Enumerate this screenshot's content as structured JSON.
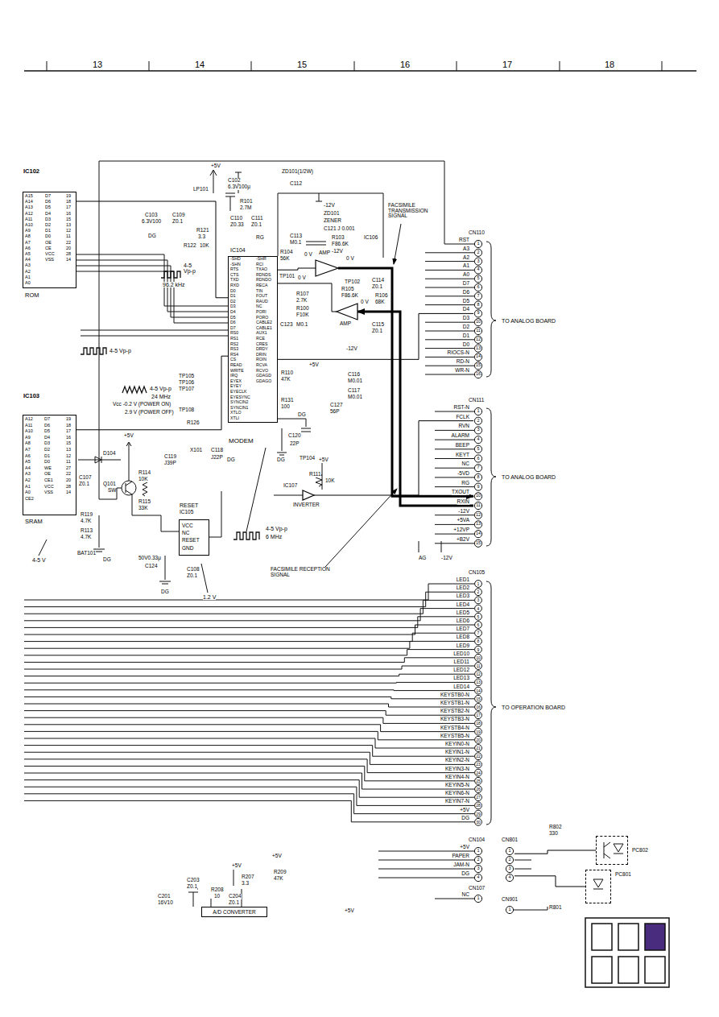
{
  "diagram": {
    "nodes": [
      {
        "text": [
          "IC102",
          "ROM"
        ]
      },
      {
        "text": [
          "IC103",
          "SRAM"
        ]
      },
      {
        "text": [
          "IC104",
          "MODEM"
        ]
      },
      {
        "text": [
          "RESET",
          "IC105"
        ]
      },
      {
        "text": [
          "CN110"
        ]
      },
      {
        "text": [
          "CN111"
        ]
      },
      {
        "text": [
          "CN105"
        ]
      },
      {
        "text": [
          "CN104"
        ]
      },
      {
        "text": [
          "CN107"
        ]
      },
      {
        "text": [
          "CN801"
        ]
      },
      {
        "text": [
          "CN901"
        ]
      },
      {
        "text": [
          "PC802"
        ]
      },
      {
        "text": [
          "PC801"
        ]
      },
      {
        "text": [
          "A/D CONVERTER"
        ]
      },
      {
        "text": [
          "IC107",
          "INVERTER"
        ]
      },
      {
        "text": [
          "AMP"
        ]
      },
      {
        "text": [
          "AMP"
        ]
      }
    ],
    "edges": [
      {
        "from": 0,
        "to": 2,
        "arrow": "none"
      },
      {
        "from": 1,
        "to": 2,
        "arrow": "none"
      },
      {
        "from": 2,
        "to": 4,
        "arrow": "none"
      },
      {
        "from": 2,
        "to": 15,
        "arrow": "none"
      },
      {
        "from": 15,
        "to": 5,
        "arrow": "to"
      },
      {
        "from": 5,
        "to": 16,
        "arrow": "to"
      },
      {
        "from": 16,
        "to": 2,
        "arrow": "none"
      },
      {
        "from": 14,
        "to": 5,
        "arrow": "none"
      },
      {
        "from": 9,
        "to": 11,
        "arrow": "none"
      },
      {
        "from": 9,
        "to": 12,
        "arrow": "none"
      }
    ],
    "labels": [
      "13",
      "14",
      "15",
      "16",
      "17",
      "18",
      "A15",
      "A14",
      "A13",
      "A12",
      "A11",
      "A10",
      "A9",
      "A8",
      "A7",
      "A6",
      "A5",
      "A4",
      "A3",
      "A2",
      "A1",
      "A0",
      "D7",
      "D6",
      "D5",
      "D4",
      "D3",
      "D2",
      "D1",
      "D0",
      "OE",
      "CE",
      "VCC",
      "VSS",
      "19",
      "18",
      "17",
      "16",
      "15",
      "13",
      "12",
      "11",
      "22",
      "20",
      "28",
      "14",
      "A12",
      "A11",
      "A10",
      "A9",
      "A8",
      "A7",
      "A6",
      "A5",
      "A4",
      "A3",
      "A2",
      "A1",
      "A0",
      "CE2",
      "D7",
      "D6",
      "D5",
      "D4",
      "D3",
      "D2",
      "D1",
      "D0",
      "WE",
      "OE",
      "CE1",
      "VCC",
      "VSS",
      "19",
      "18",
      "17",
      "16",
      "15",
      "13",
      "12",
      "11",
      "27",
      "22",
      "20",
      "28",
      "14",
      "-SHD",
      "-SHN",
      "RTS",
      "CTS",
      "TXD",
      "RXD",
      "D0",
      "D1",
      "D2",
      "D3",
      "D4",
      "D5",
      "D6",
      "D7",
      "RS0",
      "RS1",
      "RS2",
      "RS3",
      "RS4",
      "CS",
      "READ",
      "WRITE",
      "IRQ",
      "EYEX",
      "EYEY",
      "EYECLK",
      "EYESYNC",
      "SYNCIN2",
      "SYNCIN1",
      "XTLO",
      "XTLI",
      "-SHR",
      "RCI",
      "TXAO",
      "RDNDS",
      "RDNDO",
      "RECA",
      "TIN",
      "FOUT",
      "RAUD",
      "NC",
      "PORI",
      "PORO",
      "CABLE2",
      "CABLE1",
      "AUX1",
      "RCE",
      "CRES",
      "DRDY",
      "DRIN",
      "ROIN",
      "RCVA",
      "RCVO",
      "GDAGD",
      "GDAGO",
      "RST",
      "A3",
      "A2",
      "A1",
      "A0",
      "D7",
      "D6",
      "D5",
      "D4",
      "D3",
      "D2",
      "D1",
      "D0",
      "RIOCS-N",
      "RD-N",
      "WR-N",
      "1",
      "2",
      "3",
      "4",
      "5",
      "6",
      "7",
      "8",
      "9",
      "10",
      "11",
      "12",
      "13",
      "14",
      "15",
      "16",
      "RST-N",
      "FCLK",
      "RVN",
      "ALARM",
      "BEEP",
      "KEYT",
      "NC",
      "-5VD",
      "RG",
      "TXOUT",
      "RXIN",
      "-12V",
      "+5VA",
      "+12VP",
      "+B2V",
      "1",
      "2",
      "3",
      "4",
      "5",
      "6",
      "7",
      "8",
      "9",
      "10",
      "11",
      "12",
      "13",
      "14",
      "15",
      "LED1",
      "LED2",
      "LED3",
      "LED4",
      "LED5",
      "LED6",
      "LED7",
      "LED8",
      "LED9",
      "LED10",
      "LED11",
      "LED12",
      "LED13",
      "LED14",
      "KEYSTB0-N",
      "KEYSTB1-N",
      "KEYSTB2-N",
      "KEYSTB3-N",
      "KEYSTB4-N",
      "KEYSTB5-N",
      "KEYIN0-N",
      "KEYIN1-N",
      "KEYIN2-N",
      "KEYIN3-N",
      "KEYIN4-N",
      "KEYIN5-N",
      "KEYIN6-N",
      "KEYIN7-N",
      "+5V",
      "DG",
      "1",
      "2",
      "3",
      "4",
      "5",
      "6",
      "7",
      "8",
      "9",
      "10",
      "11",
      "12",
      "13",
      "14",
      "15",
      "16",
      "17",
      "18",
      "19",
      "20",
      "21",
      "22",
      "23",
      "24",
      "25",
      "26",
      "27",
      "28",
      "29",
      "30",
      "+5V",
      "PAPER",
      "JAM-N",
      "DG",
      "1",
      "2",
      "3",
      "4",
      "NC",
      "1",
      "1",
      "2",
      "3",
      "4",
      "1",
      "TO ANALOG BOARD",
      "TO ANALOG BOARD",
      "TO OPERATION BOARD",
      "FACSIMILE TRANSMISSION SIGNAL",
      "FACSIMILE RECEPTION SIGNAL",
      "4-5 Vp-p",
      "96.2 kHz",
      "4-5 Vp-p",
      "4-5 Vp-p",
      "24 MHz",
      "Vcc -0.2 V (POWER ON)",
      "2.9 V (POWER OFF)",
      "4-5 Vp-p",
      "6 MHz",
      "4-5 V",
      "1.2 V",
      "0 V",
      "0 V",
      "0 V",
      "0 V",
      "-12V",
      "-12V",
      "-12V",
      "-12V",
      "+5V",
      "+5V",
      "+5V",
      "+5V",
      "+5V",
      "+5V",
      "+5V",
      "AG",
      "C102",
      "6.3V100μ",
      "LP101",
      "R101",
      "2.7M",
      "C103",
      "6.3V100",
      "C109",
      "Z0.1",
      "DG",
      "R121",
      "3.3",
      "C110",
      "Z0.33",
      "C111",
      "Z0.1",
      "RG",
      "R122",
      "10K",
      "ZD101(1/2W)",
      "C112",
      "ZD101",
      "ZENER",
      "C121 J 0.001",
      "C113",
      "M0.1",
      "R103",
      "F86.6K",
      "IC106",
      "R104",
      "56K",
      "TP101",
      "C114",
      "Z0.1",
      "TP102",
      "R105",
      "F86.6K",
      "R107",
      "2.7K",
      "R100",
      "F10K",
      "R106",
      "68K",
      "C115",
      "Z0.1",
      "C123",
      "M0.1",
      "R110",
      "47K",
      "C116",
      "M0.01",
      "C117",
      "M0.01",
      "R131",
      "100",
      "C127",
      "56P",
      "DG",
      "C120",
      "22P",
      "TP104",
      "DG",
      "TP105",
      "TP106",
      "TP107",
      "TP108",
      "R126",
      "X101",
      "C119",
      "J39P",
      "C118",
      "J22P",
      "DG",
      "D104",
      "C107",
      "Z0.1",
      "Q101",
      "SW",
      "R114",
      "10K",
      "R115",
      "33K",
      "R119",
      "4.7K",
      "R113",
      "4.7K",
      "BAT101",
      "DG",
      "C124",
      "50V0.33μ",
      "C108",
      "Z0.1",
      "DG",
      "VCC",
      "NC",
      "RESET",
      "GND",
      "R111",
      "10K",
      "C201",
      "16V10",
      "C203",
      "Z0.1",
      "R208",
      "10",
      "R207",
      "3.3",
      "C204",
      "Z0.1",
      "R209",
      "47K",
      "R802",
      "330",
      "R801"
    ]
  }
}
